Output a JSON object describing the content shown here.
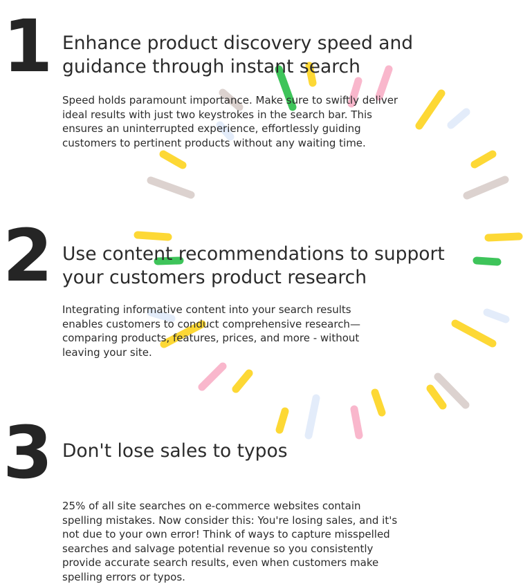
{
  "sections": [
    {
      "number": "1",
      "title": "Enhance product discovery speed and guidance through instant search",
      "body": "Speed holds paramount importance. Make sure to swiftly deliver ideal results with just two keystrokes in the search bar. This ensures an uninterrupted experience, effortlessly guiding customers to pertinent products without any waiting time."
    },
    {
      "number": "2",
      "title": "Use content recommendations to support your customers product research",
      "body": "Integrating informative content into your search results enables customers to conduct comprehensive research—comparing products, features, prices, and more - without leaving your site."
    },
    {
      "number": "3",
      "title": "Don't lose sales to typos",
      "body": "25% of all site searches on e-commerce websites contain spelling mistakes. Now consider this: You're losing sales, and it's not due to your own error! Think of ways to capture misspelled searches and salvage potential revenue so you consistently provide accurate search results, even when customers make spelling errors or typos."
    }
  ],
  "colors": {
    "yellow": "#fdd835",
    "green": "#3ec45a",
    "pink": "#f9b7cc",
    "taupe": "#dcd2cf",
    "lightblue": "#e3ecfa",
    "text": "#2b2b2b",
    "number": "#252525"
  }
}
